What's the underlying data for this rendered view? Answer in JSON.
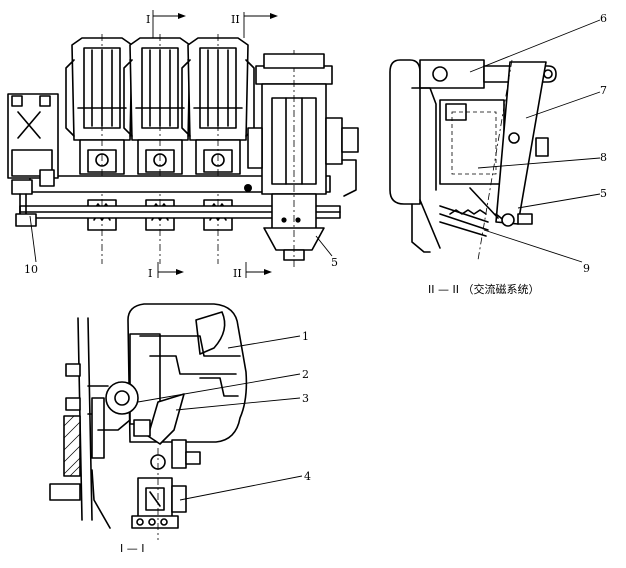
{
  "figure": {
    "section_marks": {
      "I_top": "I",
      "II_top": "II",
      "I_bottom": "I",
      "II_bottom": "II"
    },
    "callouts": {
      "n1": "1",
      "n2": "2",
      "n3": "3",
      "n4": "4",
      "n5a": "5",
      "n5b": "5",
      "n6": "6",
      "n7": "7",
      "n8": "8",
      "n9": "9",
      "n10": "10"
    },
    "captions": {
      "section_II": "II — II （交流磁系统）",
      "section_I": "I — I"
    }
  }
}
